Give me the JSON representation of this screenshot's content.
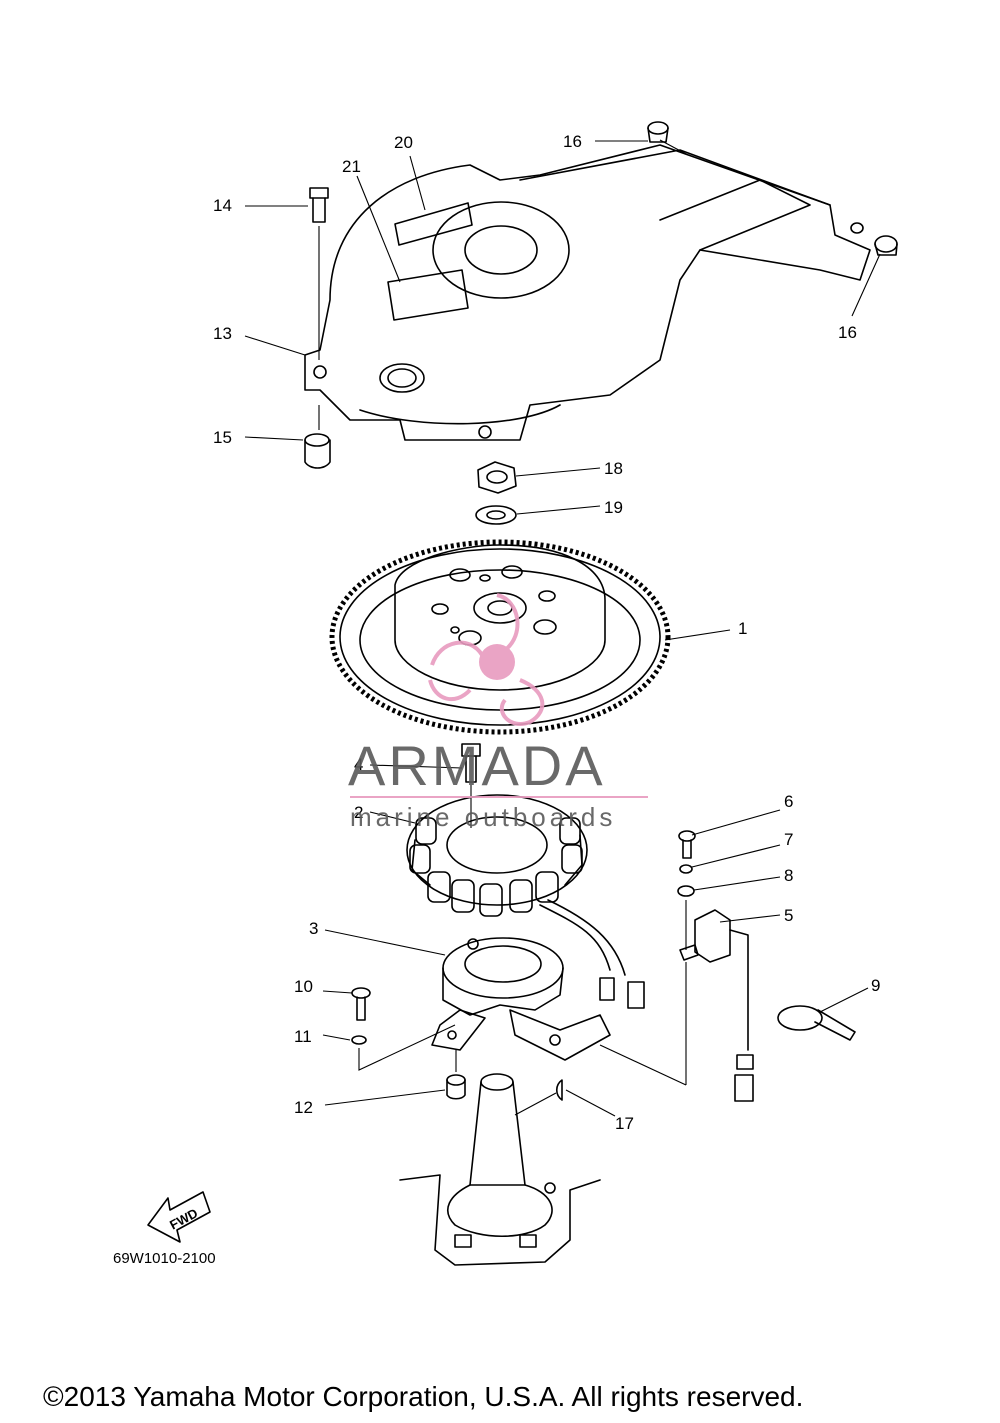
{
  "diagram": {
    "labels": {
      "l1": "1",
      "l2": "2",
      "l3": "3",
      "l4": "4",
      "l5": "5",
      "l6": "6",
      "l7": "7",
      "l8": "8",
      "l9": "9",
      "l10": "10",
      "l11": "11",
      "l12": "12",
      "l13": "13",
      "l14": "14",
      "l15": "15",
      "l16a": "16",
      "l16b": "16",
      "l17": "17",
      "l18": "18",
      "l19": "19",
      "l20": "20",
      "l21": "21"
    },
    "fwd_arrow": "FWD",
    "drawing_code": "69W1010-2100"
  },
  "watermark": {
    "brand": "ARMADA",
    "tagline": "marine outboards",
    "colors": {
      "logo": "#e89bbf",
      "text": "#595959"
    }
  },
  "copyright": "©2013 Yamaha Motor Corporation, U.S.A. All rights reserved."
}
